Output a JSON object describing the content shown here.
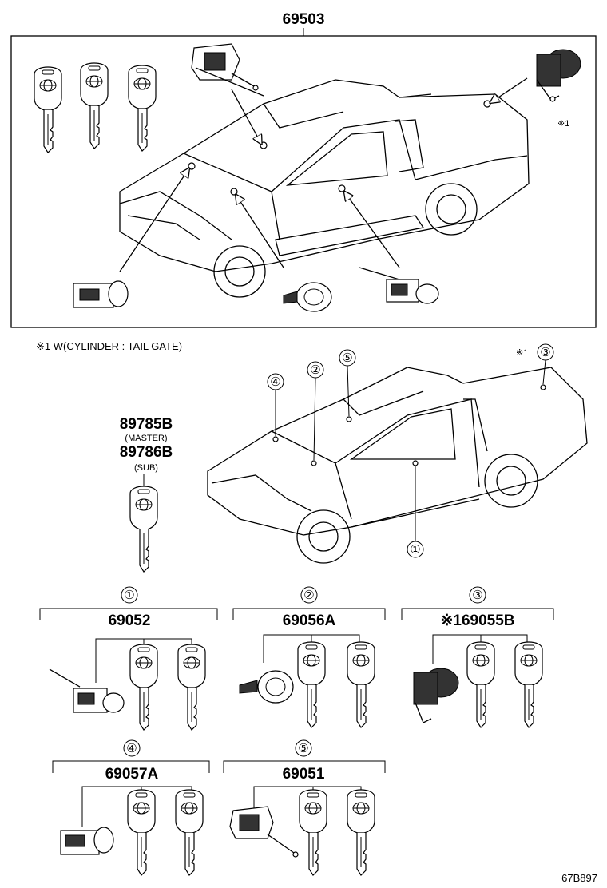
{
  "assembly": {
    "number": "69503"
  },
  "footnote": {
    "text": "※1 W(CYLINDER : TAIL GATE)",
    "mark": "※1"
  },
  "keys": {
    "master_number": "89785B",
    "master_label": "(MASTER)",
    "sub_number": "89786B",
    "sub_label": "(SUB)"
  },
  "callouts": [
    "①",
    "②",
    "③",
    "④",
    "⑤"
  ],
  "groups": [
    {
      "index": "①",
      "part_number": "69052"
    },
    {
      "index": "②",
      "part_number": "69056A"
    },
    {
      "index": "③",
      "part_number": "※169055B"
    },
    {
      "index": "④",
      "part_number": "69057A"
    },
    {
      "index": "⑤",
      "part_number": "69051"
    }
  ],
  "diagram_code": "67B897"
}
